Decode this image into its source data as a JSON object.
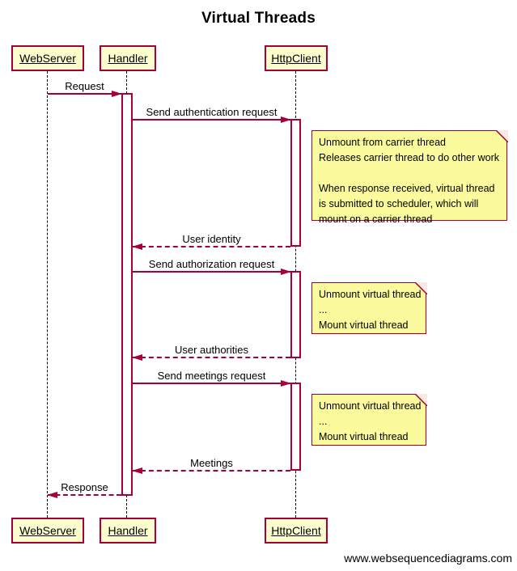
{
  "diagram": {
    "title": "Virtual Threads",
    "type": "sequence-diagram"
  },
  "actors": [
    {
      "name": "WebServer"
    },
    {
      "name": "Handler"
    },
    {
      "name": "HttpClient"
    }
  ],
  "messages": [
    {
      "label": "Request",
      "from": "WebServer",
      "to": "Handler",
      "style": "solid"
    },
    {
      "label": "Send authentication request",
      "from": "Handler",
      "to": "HttpClient",
      "style": "solid"
    },
    {
      "label": "User identity",
      "from": "HttpClient",
      "to": "Handler",
      "style": "dashed"
    },
    {
      "label": "Send authorization request",
      "from": "Handler",
      "to": "HttpClient",
      "style": "solid"
    },
    {
      "label": "User authorities",
      "from": "HttpClient",
      "to": "Handler",
      "style": "dashed"
    },
    {
      "label": "Send meetings request",
      "from": "Handler",
      "to": "HttpClient",
      "style": "solid"
    },
    {
      "label": "Meetings",
      "from": "HttpClient",
      "to": "Handler",
      "style": "dashed"
    },
    {
      "label": "Response",
      "from": "Handler",
      "to": "WebServer",
      "style": "dashed"
    }
  ],
  "notes": [
    {
      "lines": [
        "Unmount from carrier thread",
        "Releases carrier thread to do other work",
        "",
        "When response received, virtual thread",
        "is submitted to scheduler, which will",
        "mount on a carrier thread"
      ]
    },
    {
      "lines": [
        "Unmount virtual thread",
        "...",
        "Mount virtual thread"
      ]
    },
    {
      "lines": [
        "Unmount virtual thread",
        "...",
        "Mount virtual thread"
      ]
    }
  ],
  "footer": {
    "url": "www.websequencediagrams.com"
  },
  "colors": {
    "line": "#A80036",
    "actor_fill": "#FDFECD",
    "note_fill": "#FBFB9E",
    "lifeline": "#000000",
    "background": "#FFFFFF",
    "text": "#000000"
  }
}
